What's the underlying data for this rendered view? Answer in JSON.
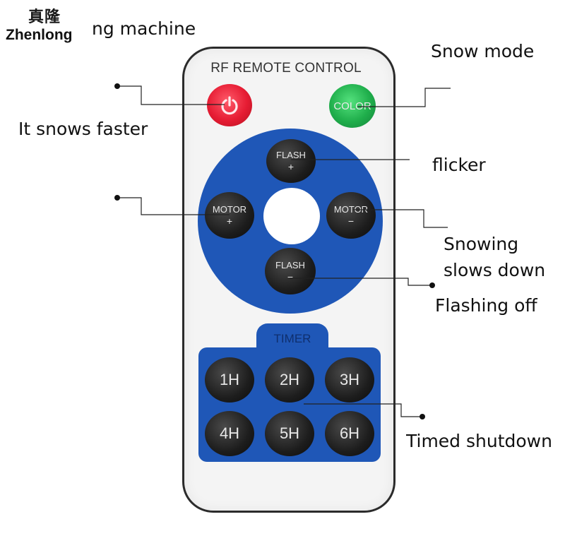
{
  "logo": {
    "chinese": "真隆",
    "english": "Zhenlong"
  },
  "labels": {
    "machine": "ng machine",
    "snow_mode": "Snow mode",
    "snows_faster": "It snows faster",
    "flicker": "flicker",
    "snowing_slows_1": "Snowing",
    "snowing_slows_2": "slows down",
    "flashing_off": "Flashing off",
    "timed_shutdown": "Timed shutdown"
  },
  "remote": {
    "title": "RF REMOTE CONTROL",
    "color_button": "COLOR",
    "flash_plus": {
      "top": "FLASH",
      "bottom": "+"
    },
    "flash_minus": {
      "top": "FLASH",
      "bottom": "−"
    },
    "motor_plus": {
      "top": "MOTOR",
      "bottom": "+"
    },
    "motor_minus": {
      "top": "MOTOR",
      "bottom": "−"
    },
    "timer_label": "TIMER",
    "timer_buttons": [
      "1H",
      "2H",
      "3H",
      "4H",
      "5H",
      "6H"
    ]
  },
  "colors": {
    "blue_panel": "#1f57b7",
    "power_red": "#e61c33",
    "color_green": "#1fae4b",
    "button_black": "#1d1d1d"
  }
}
